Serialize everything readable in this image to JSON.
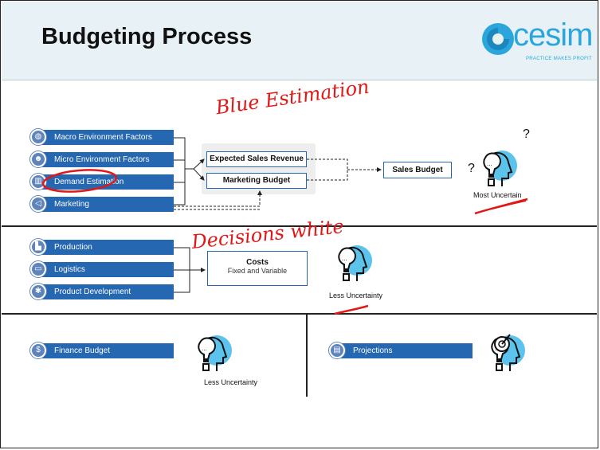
{
  "header": {
    "title": "Budgeting Process",
    "logo": {
      "word": "cesim",
      "tagline": "PRACTICE MAKES PROFIT",
      "color": "#2aa6dc"
    }
  },
  "colors": {
    "bar": "#2567b0",
    "icon": "#5f84bb",
    "ink_red": "#e01818",
    "head_fill": "#5bc3ec"
  },
  "section1": {
    "inputs": [
      {
        "label": "Macro Environment Factors",
        "icon": "globe-icon"
      },
      {
        "label": "Micro Environment Factors",
        "icon": "people-icon"
      },
      {
        "label": "Demand Estimation",
        "icon": "chart-icon"
      },
      {
        "label": "Marketing",
        "icon": "megaphone-icon"
      }
    ],
    "boxes": {
      "expected_sales": "Expected Sales Revenue",
      "marketing_budget": "Marketing Budget",
      "sales_budget": "Sales Budget"
    },
    "caption": "Most Uncertain",
    "annotation": "Blue Estimation"
  },
  "section2": {
    "inputs": [
      {
        "label": "Production",
        "icon": "factory-icon"
      },
      {
        "label": "Logistics",
        "icon": "truck-icon"
      },
      {
        "label": "Product Development",
        "icon": "gear-icon"
      }
    ],
    "costs": {
      "title": "Costs",
      "subtitle": "Fixed and Variable"
    },
    "caption": "Less Uncertainty",
    "annotation": "Decisions white"
  },
  "section3": {
    "finance": {
      "label": "Finance Budget",
      "icon": "money-icon",
      "caption": "Less Uncertainty"
    },
    "projections": {
      "label": "Projections",
      "icon": "document-icon"
    }
  }
}
